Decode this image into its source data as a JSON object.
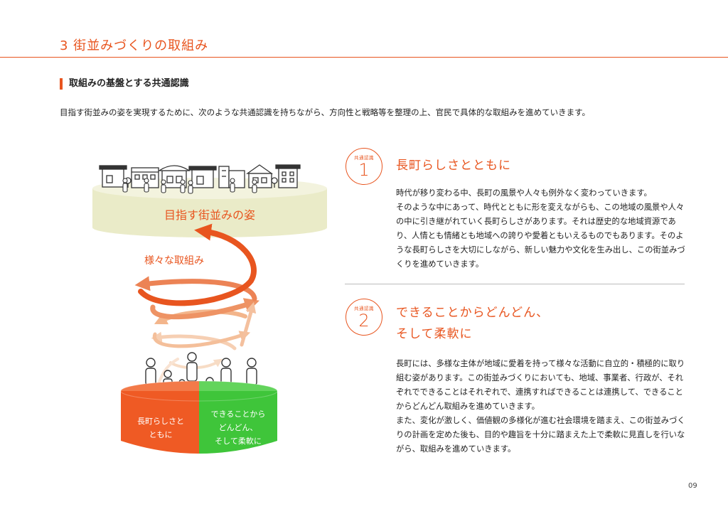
{
  "header": {
    "title": "3 街並みづくりの取組み",
    "section_heading": "取組みの基盤とする共通認識",
    "intro": "目指す街並みの姿を実現するために、次のような共通認識を持ちながら、方向性と戦略等を整理の上、官民で具体的な取組みを進めていきます。"
  },
  "diagram": {
    "top_label": "目指す街並みの姿",
    "arrows_label": "様々な取組み",
    "bottom_left_lines": [
      "長町らしさと",
      "ともに"
    ],
    "bottom_right_lines": [
      "できることから",
      "どんどん、",
      "そして柔軟に"
    ],
    "colors": {
      "accent": "#e8551f",
      "top_platform": "#eaebc8",
      "bottom_left": "#ef5a24",
      "bottom_right": "#3fc53a"
    }
  },
  "points": [
    {
      "badge_label": "共通認識",
      "number": "1",
      "heading": "長町らしさとともに",
      "paragraphs": [
        "時代が移り変わる中、長町の風景や人々も例外なく変わっていきます。",
        "そのような中にあって、時代とともに形を変えながらも、この地域の風景や人々の中に引き継がれていく長町らしさがあります。それは歴史的な地域資源であり、人情とも情緒とも地域への誇りや愛着ともいえるものでもあります。そのような長町らしさを大切にしながら、新しい魅力や文化を生み出し、この街並みづくりを進めていきます。"
      ]
    },
    {
      "badge_label": "共通認識",
      "number": "2",
      "heading_lines": [
        "できることからどんどん、",
        "そして柔軟に"
      ],
      "paragraphs": [
        "長町には、多様な主体が地域に愛着を持って様々な活動に自立的・積極的に取り組む姿があります。この街並みづくりにおいても、地域、事業者、行政が、それぞれでできることはそれぞれで、連携すればできることは連携して、できることからどんどん取組みを進めていきます。",
        "また、変化が激しく、価値観の多様化が進む社会環境を踏まえ、この街並みづくりの計画を定めた後も、目的や趣旨を十分に踏まえた上で柔軟に見直しを行いながら、取組みを進めていきます。"
      ]
    }
  ],
  "footer": {
    "page_number": "09"
  }
}
